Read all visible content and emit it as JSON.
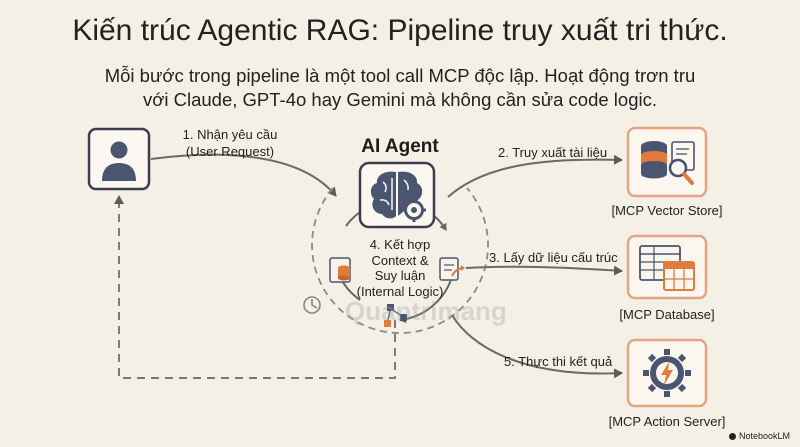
{
  "title": "Kiến trúc Agentic RAG: Pipeline truy xuất tri thức.",
  "subtitle": {
    "line1": "Mỗi bước trong pipeline là một tool call MCP độc lập. Hoạt động trơn tru",
    "line2": "với Claude, GPT-4o hay Gemini mà không cần sửa code logic."
  },
  "user": {
    "icon": "user-icon"
  },
  "step1": {
    "line1": "1. Nhận yêu cầu",
    "line2": "(User Request)"
  },
  "agent": {
    "title": "AI Agent",
    "icon": "brain-gear-icon"
  },
  "step2": "2. Truy xuất tài liệu",
  "step3": "3. Lấy dữ liệu cấu trúc",
  "step4": {
    "line1": "4. Kết hợp",
    "line2": "Context &",
    "line3": "Suy luận",
    "line4": "(Internal Logic)"
  },
  "step5": "5. Thực thi kết quả",
  "tools": {
    "vector_store": {
      "label": "[MCP Vector Store]",
      "icon": "database-search-icon"
    },
    "database": {
      "label": "[MCP Database]",
      "icon": "table-icon"
    },
    "action_server": {
      "label": "[MCP Action Server]",
      "icon": "gear-lightning-icon"
    }
  },
  "watermark": "Quantrimang",
  "brand": "NotebookLM",
  "colors": {
    "background": "#f4f0e6",
    "card_border": "#3d3d4d",
    "tool_border": "#e4a583",
    "icon_blue": "#4a5570",
    "icon_orange": "#e07b3c",
    "arrow": "#6a6a6a"
  }
}
